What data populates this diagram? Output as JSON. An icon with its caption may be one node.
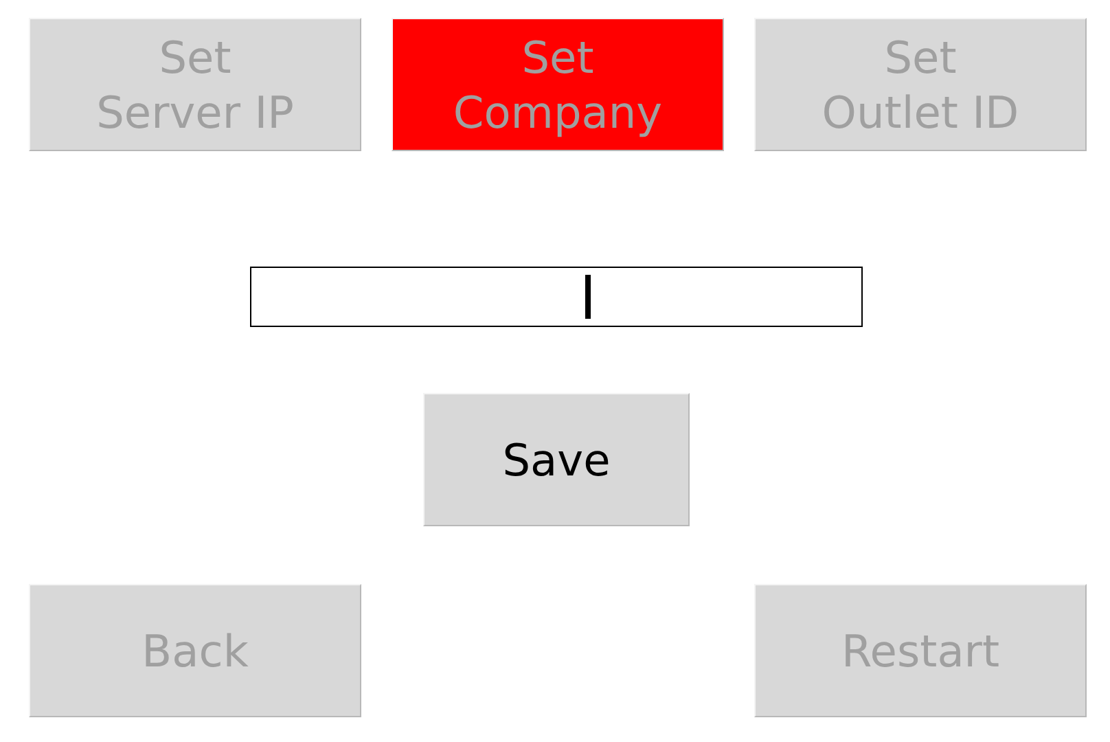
{
  "diagram": {
    "nodes": [
      {
        "text": [
          "Set Server IP"
        ]
      },
      {
        "text": [
          "Set Company"
        ]
      },
      {
        "text": [
          "Set Outlet ID"
        ]
      },
      {
        "text": [],
        "shape": "box"
      },
      {
        "text": [
          "Save"
        ]
      },
      {
        "text": [
          "Back"
        ]
      },
      {
        "text": [
          "Restart"
        ]
      }
    ]
  }
}
